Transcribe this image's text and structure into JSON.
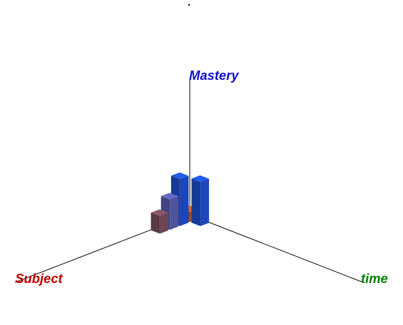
{
  "chart_data": {
    "type": "bar",
    "view": "3d",
    "axes": {
      "vertical": {
        "label": "Mastery",
        "color": "#1010c8"
      },
      "left": {
        "label": "Subject",
        "color": "#c00000"
      },
      "right": {
        "label": "time",
        "color": "#008000"
      }
    },
    "grid": false,
    "legend": "none",
    "bars": [
      {
        "subject": 4,
        "time": 1,
        "mastery": 0.32,
        "color": "#7a4f5f"
      },
      {
        "subject": 3,
        "time": 1,
        "mastery": 0.55,
        "color": "#5a5fb0"
      },
      {
        "subject": 2,
        "time": 1,
        "mastery": 0.85,
        "color": "#2050d2"
      },
      {
        "subject": 1,
        "time": 1,
        "mastery": 0.18,
        "color": "#c85a22"
      },
      {
        "subject": 1,
        "time": 2,
        "mastery": 0.8,
        "color": "#2050d2"
      }
    ]
  }
}
